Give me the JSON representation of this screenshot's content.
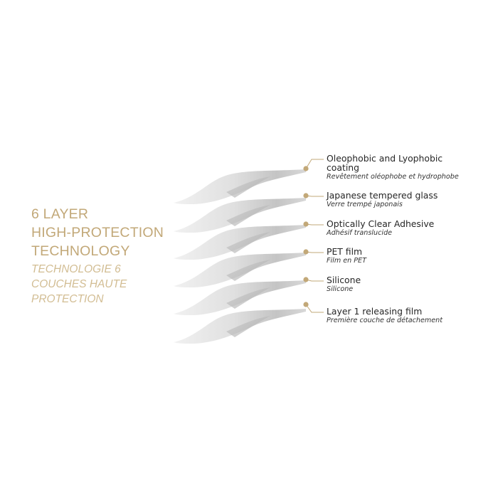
{
  "title": {
    "lines": [
      "6 LAYER",
      "HIGH-PROTECTION",
      "TECHNOLOGY"
    ],
    "fr_lines": [
      "TECHNOLOGIE 6",
      "COUCHES HAUTE",
      "PROTECTION"
    ]
  },
  "layers": [
    {
      "label_en": "Oleophobic and Lyophobic\ncoating",
      "label_fr": "Revêtement oléophobe et hydrophobe"
    },
    {
      "label_en": "Japanese tempered glass",
      "label_fr": "Verre trempé japonais"
    },
    {
      "label_en": "Optically Clear Adhesive",
      "label_fr": "Adhésif translucide"
    },
    {
      "label_en": "PET film",
      "label_fr": "Film en PET"
    },
    {
      "label_en": "Silicone",
      "label_fr": "Silicone"
    },
    {
      "label_en": "Layer 1 releasing film",
      "label_fr": "Première couche de détachement"
    }
  ],
  "colors": {
    "gold": "#c2a878",
    "gold_light": "#d2bd93",
    "layer_light": "#ececec",
    "layer_dark": "#b8b8b8"
  }
}
